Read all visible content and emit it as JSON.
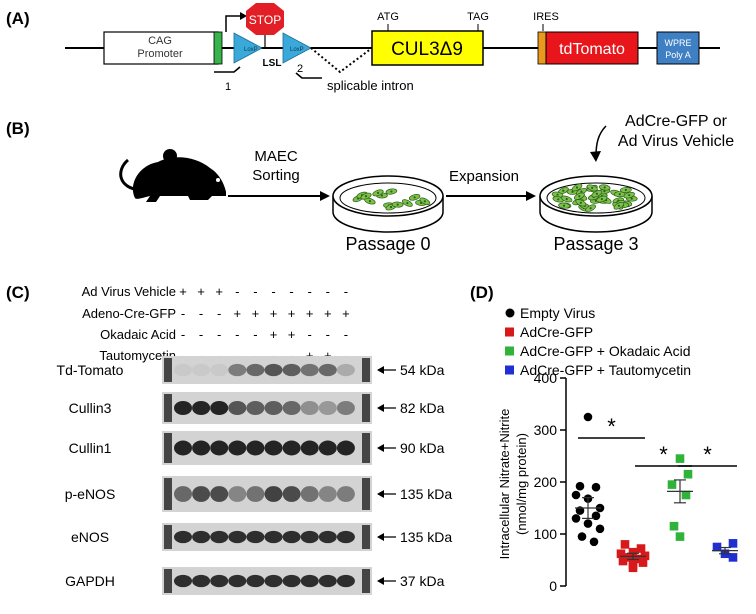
{
  "panel_labels": {
    "a": "(A)",
    "b": "(B)",
    "c": "(C)",
    "d": "(D)"
  },
  "construct": {
    "promoter_line1": "CAG",
    "promoter_line2": "Promoter",
    "stop_label": "STOP",
    "loxp1": "LoxP",
    "loxp2": "LoxP",
    "lsl_label": "LSL",
    "atg_label": "ATG",
    "tag_label": "TAG",
    "ires_label": "IRES",
    "gene_label": "CUL3Δ9",
    "tdtomato_label": "tdTomato",
    "wpre_line1": "WPRE",
    "wpre_line2": "Poly A",
    "primer1": "1",
    "primer2": "2",
    "intron_label": "splicable intron",
    "colors": {
      "gene": "#ffff00",
      "tdtomato": "#e8151b",
      "wpre": "#3f7fc4",
      "loxp": "#3aa9d9",
      "stop": "#e21f26",
      "green_tag": "#37b44a",
      "ires_tag": "#e89a1c"
    }
  },
  "workflow": {
    "step1_line1": "MAEC",
    "step1_line2": "Sorting",
    "step2": "Expansion",
    "passage0": "Passage 0",
    "passage3": "Passage 3",
    "treatment_line1": "AdCre-GFP or",
    "treatment_line2": "Ad Virus Vehicle"
  },
  "blot": {
    "conditions": [
      {
        "label": "Ad Virus Vehicle",
        "marks": [
          "+",
          "+",
          "+",
          "-",
          "-",
          "-",
          "-",
          "-",
          "-",
          "-"
        ]
      },
      {
        "label": "Adeno-Cre-GFP",
        "marks": [
          "-",
          "-",
          "-",
          "+",
          "+",
          "+",
          "+",
          "+",
          "+",
          "+"
        ]
      },
      {
        "label": "Okadaic Acid",
        "marks": [
          "-",
          "-",
          "-",
          "-",
          "-",
          "+",
          "+",
          "-",
          "-",
          "-"
        ]
      },
      {
        "label": "Tautomycetin",
        "marks": [
          "-",
          "-",
          "-",
          "-",
          "-",
          "-",
          "-",
          "+",
          "+",
          "-"
        ]
      }
    ],
    "rows": [
      {
        "name": "Td-Tomato",
        "size": "54 kDa",
        "intensity": [
          0.05,
          0.05,
          0.05,
          0.45,
          0.55,
          0.65,
          0.6,
          0.5,
          0.55,
          0.2
        ]
      },
      {
        "name": "Cullin3",
        "size": "82 kDa",
        "intensity": [
          0.9,
          0.9,
          0.9,
          0.65,
          0.6,
          0.6,
          0.55,
          0.35,
          0.3,
          0.45
        ]
      },
      {
        "name": "Cullin1",
        "size": "90 kDa",
        "intensity": [
          0.9,
          0.9,
          0.9,
          0.9,
          0.9,
          0.9,
          0.9,
          0.9,
          0.9,
          0.9
        ]
      },
      {
        "name": "p-eNOS",
        "size": "135 kDa",
        "intensity": [
          0.55,
          0.7,
          0.7,
          0.4,
          0.5,
          0.75,
          0.7,
          0.5,
          0.4,
          0.45
        ]
      },
      {
        "name": "eNOS",
        "size": "135 kDa",
        "intensity": [
          0.85,
          0.85,
          0.85,
          0.85,
          0.85,
          0.85,
          0.85,
          0.85,
          0.85,
          0.85
        ]
      },
      {
        "name": "GAPDH",
        "size": "37 kDa",
        "intensity": [
          0.85,
          0.85,
          0.85,
          0.85,
          0.85,
          0.85,
          0.85,
          0.85,
          0.85,
          0.85
        ]
      }
    ]
  },
  "chart_data": {
    "type": "scatter",
    "ylabel_line1": "Intracellular Nitrate+Nitrite",
    "ylabel_line2": "(nmol/mg protein)",
    "ylim": [
      0,
      400
    ],
    "yticks": [
      "0",
      "100",
      "200",
      "300",
      "400"
    ],
    "legend": [
      {
        "name": "Empty Virus",
        "color": "#000000",
        "shape": "circle"
      },
      {
        "name": "AdCre-GFP",
        "color": "#d7191c",
        "shape": "square"
      },
      {
        "name": "AdCre-GFP + Okadaic Acid",
        "color": "#2fb33b",
        "shape": "square"
      },
      {
        "name": "AdCre-GFP + Tautomycetin",
        "color": "#1f2fd1",
        "shape": "square"
      }
    ],
    "series": [
      {
        "name": "Empty Virus",
        "mean": 150,
        "sem": 20,
        "values": [
          325,
          192,
          190,
          175,
          168,
          150,
          145,
          135,
          130,
          120,
          110,
          95,
          85
        ]
      },
      {
        "name": "AdCre-GFP",
        "mean": 57,
        "sem": 6,
        "values": [
          80,
          72,
          65,
          62,
          58,
          55,
          52,
          48,
          45,
          40,
          35
        ]
      },
      {
        "name": "AdCre-GFP + Okadaic Acid",
        "mean": 182,
        "sem": 22,
        "values": [
          245,
          215,
          195,
          175,
          115,
          95
        ]
      },
      {
        "name": "AdCre-GFP + Tautomycetin",
        "mean": 68,
        "sem": 6,
        "values": [
          82,
          75,
          62,
          55
        ]
      }
    ],
    "significance": [
      "*",
      "*",
      "*"
    ]
  }
}
